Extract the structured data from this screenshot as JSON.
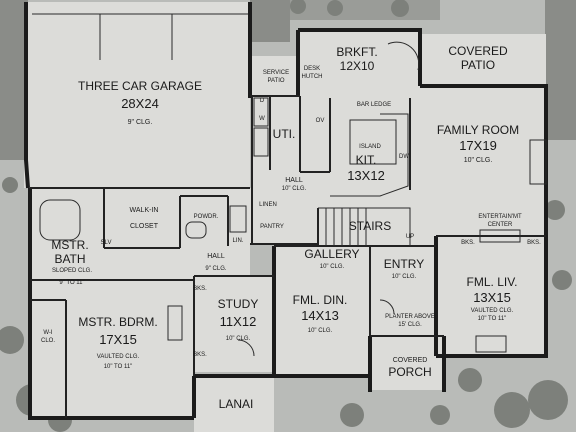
{
  "rooms": {
    "garage": {
      "name": "THREE CAR GARAGE",
      "dims": "28X24",
      "clg": "9\" CLG."
    },
    "brkft": {
      "name": "BRKFT.",
      "dims": "12X10"
    },
    "covered_patio": {
      "line1": "COVERED",
      "line2": "PATIO"
    },
    "service_patio": {
      "line1": "SERVICE",
      "line2": "PATIO"
    },
    "family_room": {
      "name": "FAMILY ROOM",
      "dims": "17X19",
      "clg": "10\" CLG."
    },
    "kitchen": {
      "name": "KIT.",
      "dims": "13X12"
    },
    "utility": {
      "name": "UTI."
    },
    "hall_upper": {
      "name": "HALL",
      "clg": "10\" CLG."
    },
    "linen": {
      "name": "LINEN"
    },
    "pantry": {
      "name": "PANTRY"
    },
    "stairs": {
      "name": "STAIRS",
      "up": "UP"
    },
    "walk_in_closet": {
      "line1": "WALK-IN",
      "line2": "CLOSET"
    },
    "powder": {
      "name": "POWDR."
    },
    "mstr_bath": {
      "line1": "MSTR.",
      "line2": "BATH",
      "clg1": "SLOPED CLG.",
      "clg2": "9\" TO 11\""
    },
    "hall_lower": {
      "name": "HALL",
      "clg": "9\" CLG."
    },
    "gallery": {
      "name": "GALLERY",
      "clg": "10\" CLG."
    },
    "entry": {
      "name": "ENTRY",
      "clg": "10\" CLG."
    },
    "fml_liv": {
      "name": "FML. LIV.",
      "dims": "13X15",
      "clg1": "VAULTED CLG.",
      "clg2": "10\" TO 11\""
    },
    "mstr_bdrm": {
      "name": "MSTR. BDRM.",
      "dims": "17X15",
      "clg1": "VAULTED CLG.",
      "clg2": "10\" TO 11\""
    },
    "study": {
      "name": "STUDY",
      "dims": "11X12",
      "clg": "10\" CLG."
    },
    "fml_din": {
      "name": "FML. DIN.",
      "dims": "14X13",
      "clg": "10\" CLG."
    },
    "covered_porch": {
      "line1": "COVERED",
      "line2": "PORCH"
    },
    "lanai": {
      "name": "LANAI"
    },
    "entertainment": {
      "line1": "ENTERTAIN'MT",
      "line2": "CENTER"
    },
    "planter": {
      "line1": "PLANTER ABOVE",
      "line2": "15' CLG."
    },
    "walk_in_closet_small": {
      "line1": "W-I",
      "line2": "CLO."
    }
  },
  "labels": {
    "bar_ledge": "BAR LEDGE",
    "island": "ISLAND",
    "ov": "OV",
    "dw": "DW",
    "desk": "DESK",
    "hutch": "HUTCH",
    "d": "D",
    "w": "W",
    "lin": "LIN.",
    "slv": "SLV",
    "bks": "BKS."
  }
}
